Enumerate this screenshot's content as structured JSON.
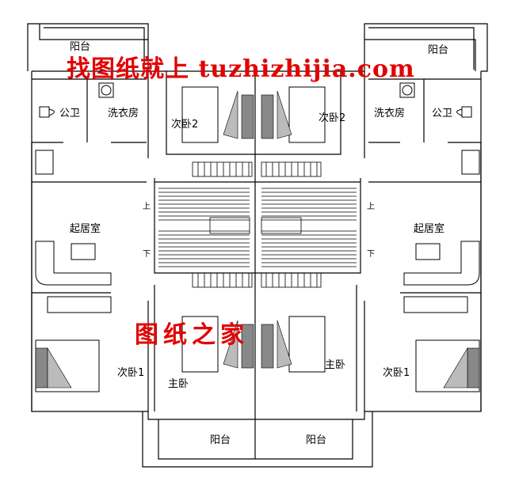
{
  "watermark_top": "找图纸就上 tuzhizhijia.com",
  "watermark_mid": "图纸之家",
  "rooms": {
    "balcony_top_left": "阳台",
    "balcony_top_right": "阳台",
    "toilet_left": "公卫",
    "toilet_right": "公卫",
    "laundry_left": "洗衣房",
    "laundry_right": "洗衣房",
    "bedroom2_left": "次卧2",
    "bedroom2_right": "次卧2",
    "living_left": "起居室",
    "living_right": "起居室",
    "bedroom1_left": "次卧1",
    "bedroom1_right": "次卧1",
    "master_left": "主卧",
    "master_right": "主卧",
    "balcony_bottom_left": "阳台",
    "balcony_bottom_right": "阳台"
  },
  "stairs": {
    "up_left": "上",
    "down_left": "下",
    "up_right": "上",
    "down_right": "下"
  }
}
